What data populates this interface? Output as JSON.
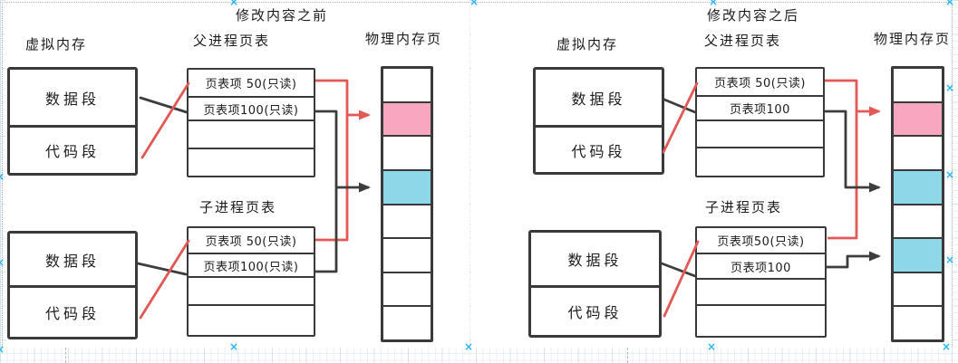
{
  "editor": {
    "anchor_glyph": "×",
    "anchor_color": "#29b6f2"
  },
  "colors": {
    "page_pink": "#f9a6c1",
    "page_blue": "#8ed7e9",
    "arrow_red": "#e25855",
    "arrow_dark": "#3d3d3d",
    "box_stroke": "#3a3a3a"
  },
  "diagrams": [
    {
      "title": "修改内容之前",
      "labels": {
        "virtual_memory": "虚拟内存",
        "parent_page_table": "父进程页表",
        "physical_memory": "物理内存页",
        "child_page_table": "子进程页表"
      },
      "parent_vm": [
        "数据段",
        "代码段"
      ],
      "child_vm": [
        "数据段",
        "代码段"
      ],
      "parent_table": [
        "页表项 50(只读)",
        "页表项100(只读)",
        "",
        ""
      ],
      "child_table": [
        "页表项 50(只读)",
        "页表项100(只读)",
        "",
        ""
      ],
      "physical_cells": [
        "",
        "#f9a6c1",
        "",
        "#8ed7e9",
        "",
        "",
        "",
        ""
      ]
    },
    {
      "title": "修改内容之后",
      "labels": {
        "virtual_memory": "虚拟内存",
        "parent_page_table": "父进程页表",
        "physical_memory": "物理内存页",
        "child_page_table": "子进程页表"
      },
      "parent_vm": [
        "数据段",
        "代码段"
      ],
      "child_vm": [
        "数据段",
        "代码段"
      ],
      "parent_table": [
        "页表项 50(只读)",
        "页表项100",
        "",
        ""
      ],
      "child_table": [
        "页表项50(只读)",
        "页表项100",
        "",
        ""
      ],
      "physical_cells": [
        "",
        "#f9a6c1",
        "",
        "#8ed7e9",
        "",
        "#8ed7e9",
        "",
        ""
      ]
    }
  ]
}
